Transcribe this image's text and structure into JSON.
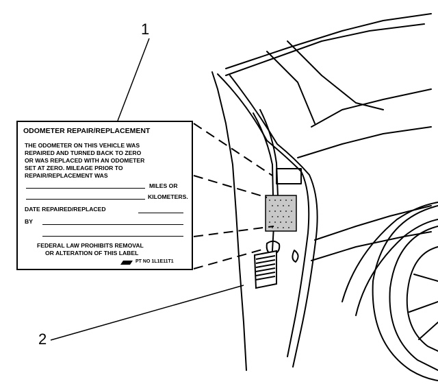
{
  "callouts": {
    "one": "1",
    "two": "2"
  },
  "label": {
    "title": "ODOMETER REPAIR/REPLACEMENT",
    "body_lines": [
      "THE ODOMETER ON THIS VEHICLE WAS",
      "REPAIRED AND TURNED BACK TO ZERO",
      "OR WAS REPLACED WITH AN ODOMETER",
      "SET AT ZERO.  MILEAGE PRIOR TO",
      "REPAIR/REPLACEMENT WAS"
    ],
    "miles_or": "MILES OR",
    "kilometers": "KILOMETERS.",
    "date_label": "DATE REPAIRED/REPLACED",
    "by_label": "BY",
    "warning_lines": [
      "FEDERAL LAW PROHIBITS REMOVAL",
      "OR ALTERATION OF THIS LABEL"
    ],
    "part_number": "PT NO 1L1E11T1"
  }
}
